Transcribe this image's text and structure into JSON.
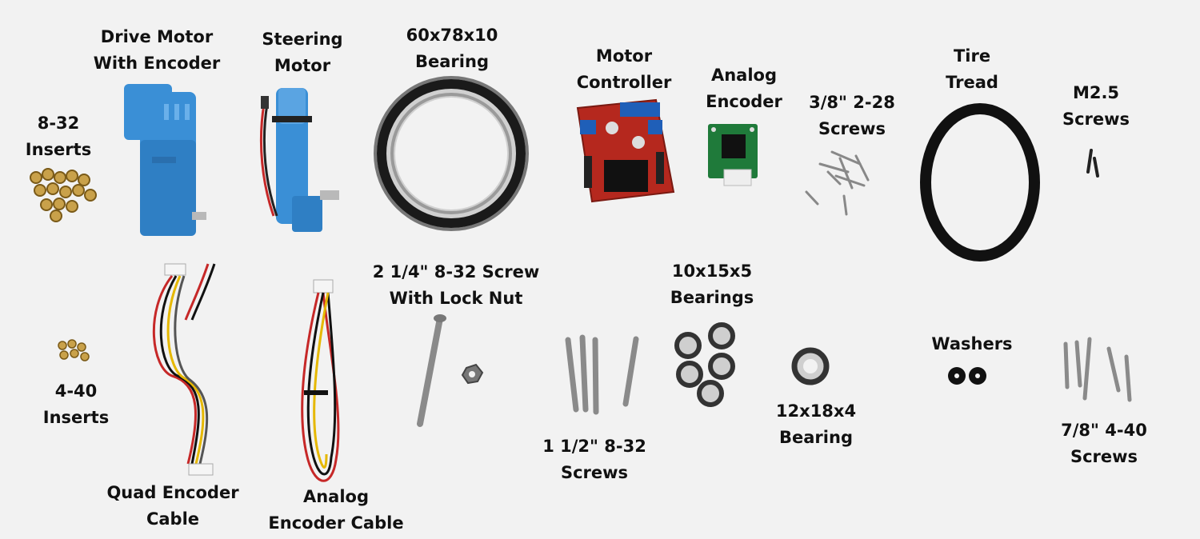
{
  "labels": {
    "drive_motor": [
      "Drive Motor",
      "With Encoder"
    ],
    "steering_motor": [
      "Steering",
      "Motor"
    ],
    "big_bearing": [
      "60x78x10",
      "Bearing"
    ],
    "motor_controller": [
      "Motor",
      "Controller"
    ],
    "analog_encoder": [
      "Analog",
      "Encoder"
    ],
    "screws_238": [
      "3/8\" 2-28",
      "Screws"
    ],
    "tire_tread": [
      "Tire",
      "Tread"
    ],
    "m25_screws": [
      "M2.5",
      "Screws"
    ],
    "inserts_832": [
      "8-32",
      "Inserts"
    ],
    "long_screw": [
      "2 1/4\" 8-32 Screw",
      "With Lock Nut"
    ],
    "bearings_10155": [
      "10x15x5",
      "Bearings"
    ],
    "washers": [
      "Washers"
    ],
    "inserts_440": [
      "4-40",
      "Inserts"
    ],
    "screws_112": [
      "1 1/2\" 8-32",
      "Screws"
    ],
    "bearing_12184": [
      "12x18x4",
      "Bearing"
    ],
    "screws_78": [
      "7/8\" 4-40",
      "Screws"
    ],
    "quad_cable": [
      "Quad Encoder",
      "Cable"
    ],
    "analog_cable": [
      "Analog",
      "Encoder Cable"
    ]
  },
  "colors": {
    "background": "#f2f2f2",
    "motor_blue": "#3a8fd6",
    "pcb_red": "#b5281e",
    "pcb_green": "#1f7a3a",
    "brass": "#c9a14a",
    "steel": "#8a8a8a"
  }
}
